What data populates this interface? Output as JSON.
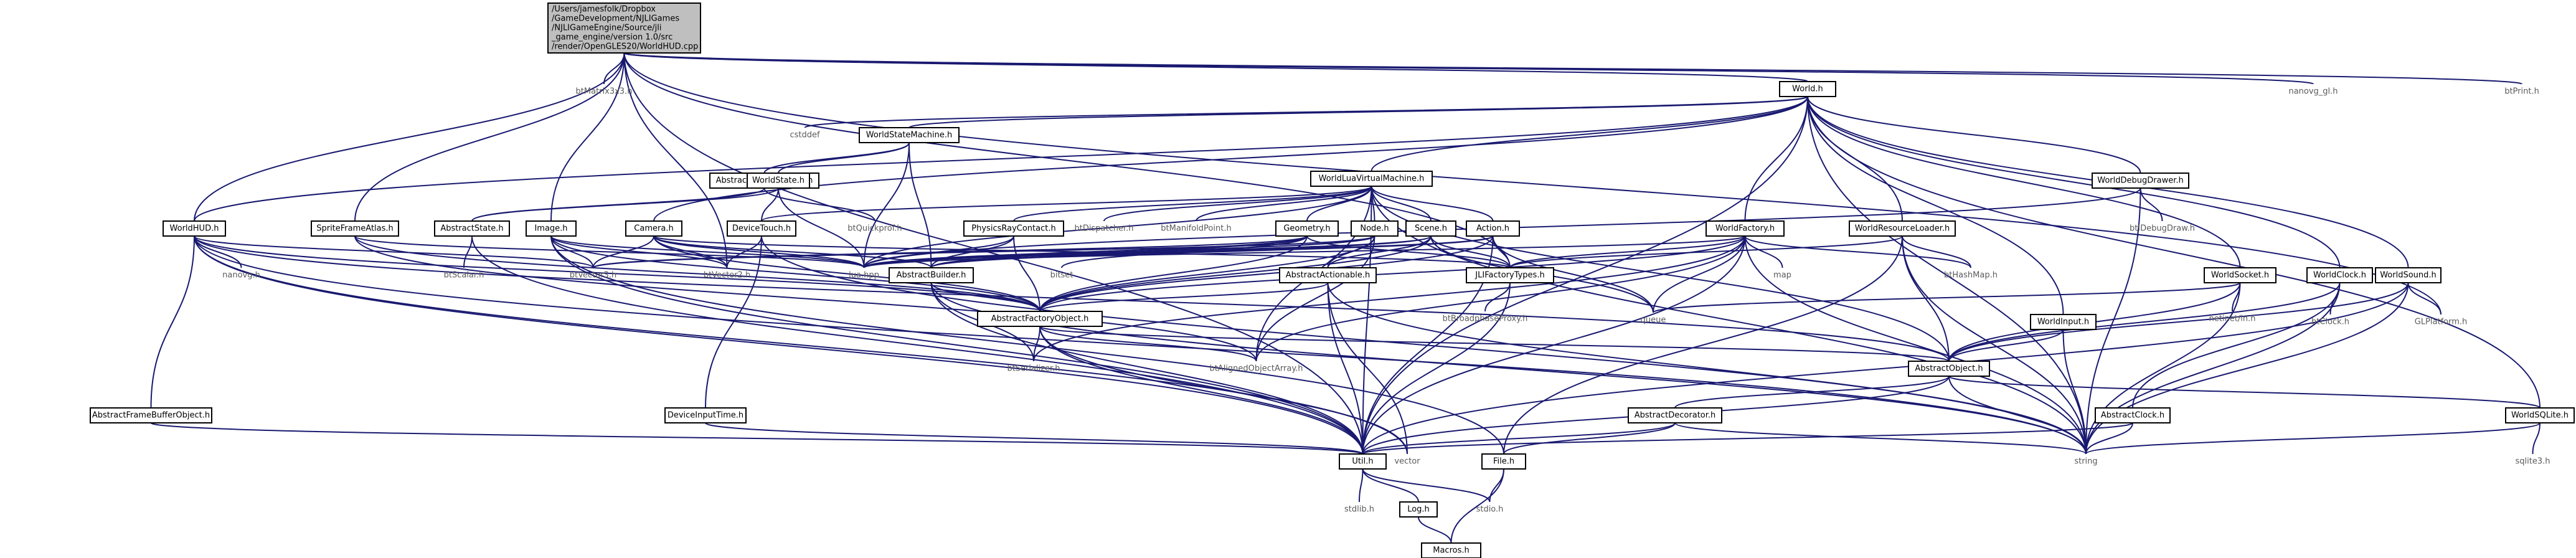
{
  "graph_title": "",
  "colors": {
    "edge": "#191970",
    "node_border": "#000000",
    "root_fill": "#bfbfbf",
    "ext_text": "#5a5a5a"
  },
  "nodes": {
    "root": [
      "/Users/jamesfolk/Dropbox",
      "/GameDevelopment/NJLIGames",
      "/NJLIGameEngine/Source/jli",
      "_game_engine/version 1.0/src",
      "/render/OpenGLES20/WorldHUD.cpp"
    ],
    "bt_matrix3x3": "btMatrix3x3.h",
    "world": "World.h",
    "nanovg_gl": "nanovg_gl.h",
    "bt_print": "btPrint.h",
    "cstddef": "cstddef",
    "world_state_machine": "WorldStateMachine.h",
    "abstract_state_machine": "AbstractStateMachine.h",
    "world_state": "WorldState.h",
    "world_lua_vm": "WorldLuaVirtualMachine.h",
    "world_debug_drawer": "WorldDebugDrawer.h",
    "world_hud": "WorldHUD.h",
    "sprite_frame_atlas": "SpriteFrameAtlas.h",
    "abstract_state": "AbstractState.h",
    "image": "Image.h",
    "camera": "Camera.h",
    "device_touch": "DeviceTouch.h",
    "bt_quickprof": "btQuickprof.h",
    "physics_ray_contact": "PhysicsRayContact.h",
    "bt_dispatcher": "btDispatcher.h",
    "bt_manifold_point": "btManifoldPoint.h",
    "geometry": "Geometry.h",
    "node": "Node.h",
    "scene": "Scene.h",
    "action": "Action.h",
    "world_factory": "WorldFactory.h",
    "world_resource_loader": "WorldResourceLoader.h",
    "bt_debug_draw": "btIDebugDraw.h",
    "world_socket": "WorldSocket.h",
    "world_clock": "WorldClock.h",
    "world_sound": "WorldSound.h",
    "world_sqlite": "WorldSQLite.h",
    "nanovg": "nanovg.h",
    "bt_scalar": "btScalar.h",
    "bt_vector3": "btVector3.h",
    "bt_vector2": "btVector2.h",
    "lua_hpp": "lua.hpp",
    "abstract_builder": "AbstractBuilder.h",
    "bitset": "bitset",
    "abstract_actionable": "AbstractActionable.h",
    "jli_factory_types": "JLIFactoryTypes.h",
    "map": "map",
    "bt_hash_map": "btHashMap.h",
    "netinet_in": "netinet/in.h",
    "queue": "queue",
    "abstract_factory_object": "AbstractFactoryObject.h",
    "bt_broadphase_proxy": "btBroadphaseProxy.h",
    "world_input": "WorldInput.h",
    "bt_clock": "btClock.h",
    "gl_platform": "GLPlatform.h",
    "bt_serializer": "btSerializer.h",
    "bt_aligned_object_array": "btAlignedObjectArray.h",
    "abstract_object": "AbstractObject.h",
    "abstract_frame_buffer_object": "AbstractFrameBufferObject.h",
    "device_input_time": "DeviceInputTime.h",
    "abstract_decorator": "AbstractDecorator.h",
    "abstract_clock": "AbstractClock.h",
    "util": "Util.h",
    "vector": "vector",
    "file": "File.h",
    "string": "string",
    "sqlite3": "sqlite3.h",
    "stdlib": "stdlib.h",
    "log": "Log.h",
    "stdio": "stdio.h",
    "macros": "Macros.h"
  }
}
